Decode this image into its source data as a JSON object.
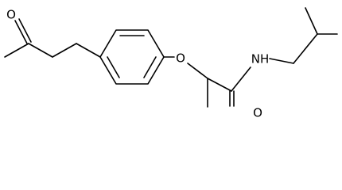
{
  "atoms": {
    "ketone_oxygen": "O",
    "ether_oxygen": "O",
    "amide_nitrogen": "NH",
    "amide_oxygen": "O"
  },
  "colors": {
    "bond": "#000000",
    "label": "#000000",
    "background": "#ffffff"
  }
}
